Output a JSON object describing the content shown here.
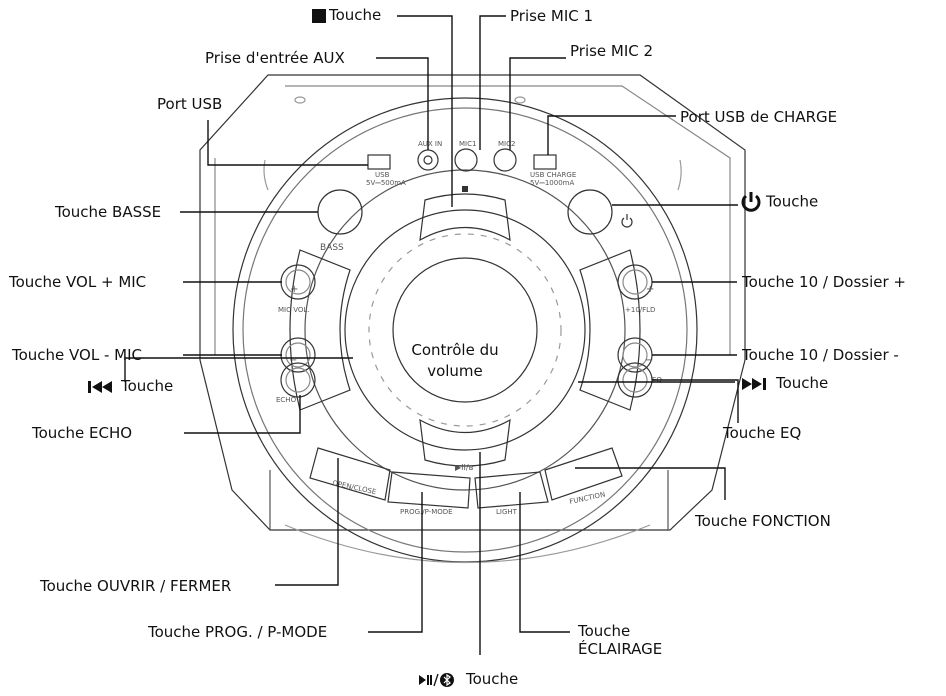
{
  "labels": {
    "stop_button": "Touche",
    "aux_input": "Prise d'entrée AUX",
    "mic1_jack": "Prise MIC 1",
    "mic2_jack": "Prise MIC 2",
    "usb_port": "Port USB",
    "usb_charge_port": "Port USB de CHARGE",
    "bass_button": "Touche BASSE",
    "power_button": "Touche",
    "mic_vol_plus": "Touche VOL + MIC",
    "mic_vol_minus": "Touche VOL - MIC",
    "plus10_folder_plus": "Touche 10 / Dossier +",
    "plus10_folder_minus": "Touche 10 / Dossier -",
    "next_button": "Touche",
    "prev_button": "Touche",
    "echo_button": "Touche ECHO",
    "eq_button": "Touche EQ",
    "function_button": "Touche FONCTION",
    "open_close_button": "Touche OUVRIR / FERMER",
    "prog_pmode_button": "Touche PROG. / P-MODE",
    "light_button_line1": "Touche",
    "light_button_line2": "ÉCLAIRAGE",
    "play_bt_button": "Touche",
    "volume_control_line1": "Contrôle du",
    "volume_control_line2": "volume"
  },
  "device_print": {
    "aux_in": "AUX IN",
    "mic1": "MIC1",
    "mic2": "MIC2",
    "usb": "USB",
    "usb_spec": "5V⎓500mA",
    "usb_charge": "USB CHARGE",
    "usb_charge_spec": "5V⎓1000mA",
    "bass": "BASS",
    "mic_vol": "MIC VOL.",
    "echo": "ECHO",
    "plus10_fld": "+10/FLD",
    "eq": "EQ",
    "play_bt": "▶II/ʙ",
    "open_close": "OPEN/CLOSE",
    "prog_mode": "PROG./P-MODE",
    "light": "LIGHT",
    "function": "FUNCTION",
    "plus": "+",
    "minus": "−"
  },
  "icons": [
    "stop-square-icon",
    "power-icon",
    "next-track-icon",
    "prev-track-icon",
    "play-pause-bluetooth-icon"
  ]
}
